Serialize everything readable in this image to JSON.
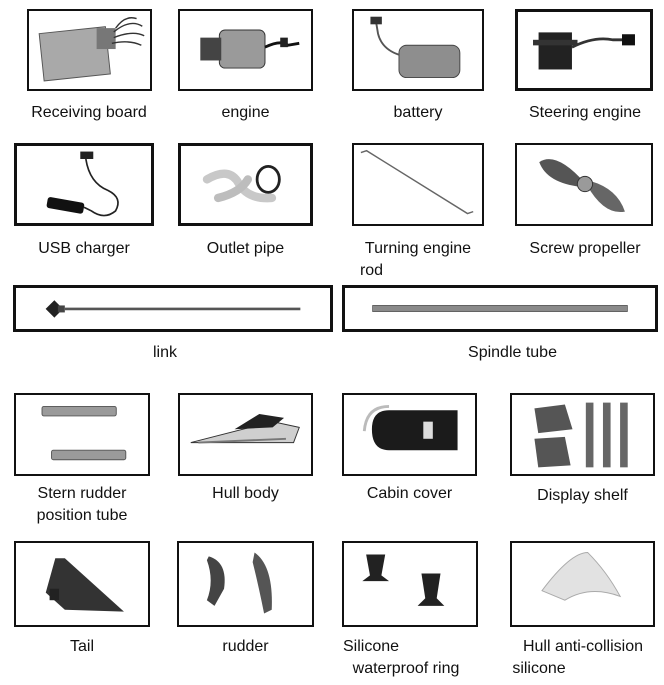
{
  "parts": {
    "receiving_board": "Receiving board",
    "engine": "engine",
    "battery": "battery",
    "steering_engine": "Steering engine",
    "usb_charger": "USB charger",
    "outlet_pipe": "Outlet pipe",
    "turning_engine_rod_l1": "Turning engine",
    "turning_engine_rod_l2": "rod",
    "screw_propeller": "Screw propeller",
    "link": "link",
    "spindle_tube": "Spindle tube",
    "stern_rudder_l1": "Stern rudder",
    "stern_rudder_l2": "position tube",
    "hull_body": "Hull body",
    "cabin_cover": "Cabin cover",
    "display_shelf": "Display shelf",
    "tail": "Tail",
    "rudder": "rudder",
    "silicone_ring_l1": "Silicone",
    "silicone_ring_l2": "waterproof ring",
    "hull_anticollision_l1": "Hull anti-collision",
    "hull_anticollision_l2": "silicone"
  }
}
